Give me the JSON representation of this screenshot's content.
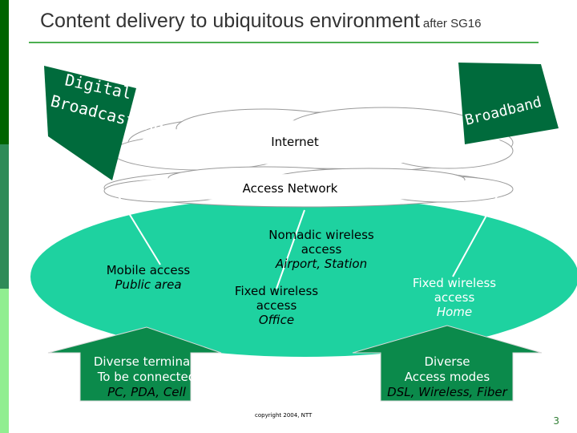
{
  "title": "Content delivery to ubiquitous environment",
  "title_suffix": "after SG16",
  "beams": {
    "left_label": [
      "Digital",
      "Broadcasting"
    ],
    "right_label": "Broadband"
  },
  "clouds": {
    "internet": "Internet",
    "access_network": "Access Network"
  },
  "nodes": {
    "mobile": {
      "line1": "Mobile access",
      "line2": "Public area"
    },
    "nomadic": {
      "line1": "Nomadic wireless",
      "line2": "access",
      "line3": "Airport, Station"
    },
    "fixed_office": {
      "line1": "Fixed wireless",
      "line2": "access",
      "line3": "Office"
    },
    "fixed_home": {
      "line1": "Fixed wireless",
      "line2": "access",
      "line3": "Home"
    }
  },
  "arrows": {
    "left": {
      "line1": "Diverse terminals",
      "line2": "To be connected",
      "line3": "PC, PDA, Cell"
    },
    "right": {
      "line1": "Diverse",
      "line2": "Access modes",
      "line3": "DSL, Wireless, Fiber"
    }
  },
  "copyright": "copyright 2004, NTT",
  "page_number": "3",
  "colors": {
    "bar_dark": "#006400",
    "bar_mid": "#2e8b57",
    "bar_light": "#90ee90",
    "ellipse": "#1ed2a0",
    "beam": "#006b3c",
    "arrow": "#0b8a4b",
    "rule": "#4caf50"
  }
}
